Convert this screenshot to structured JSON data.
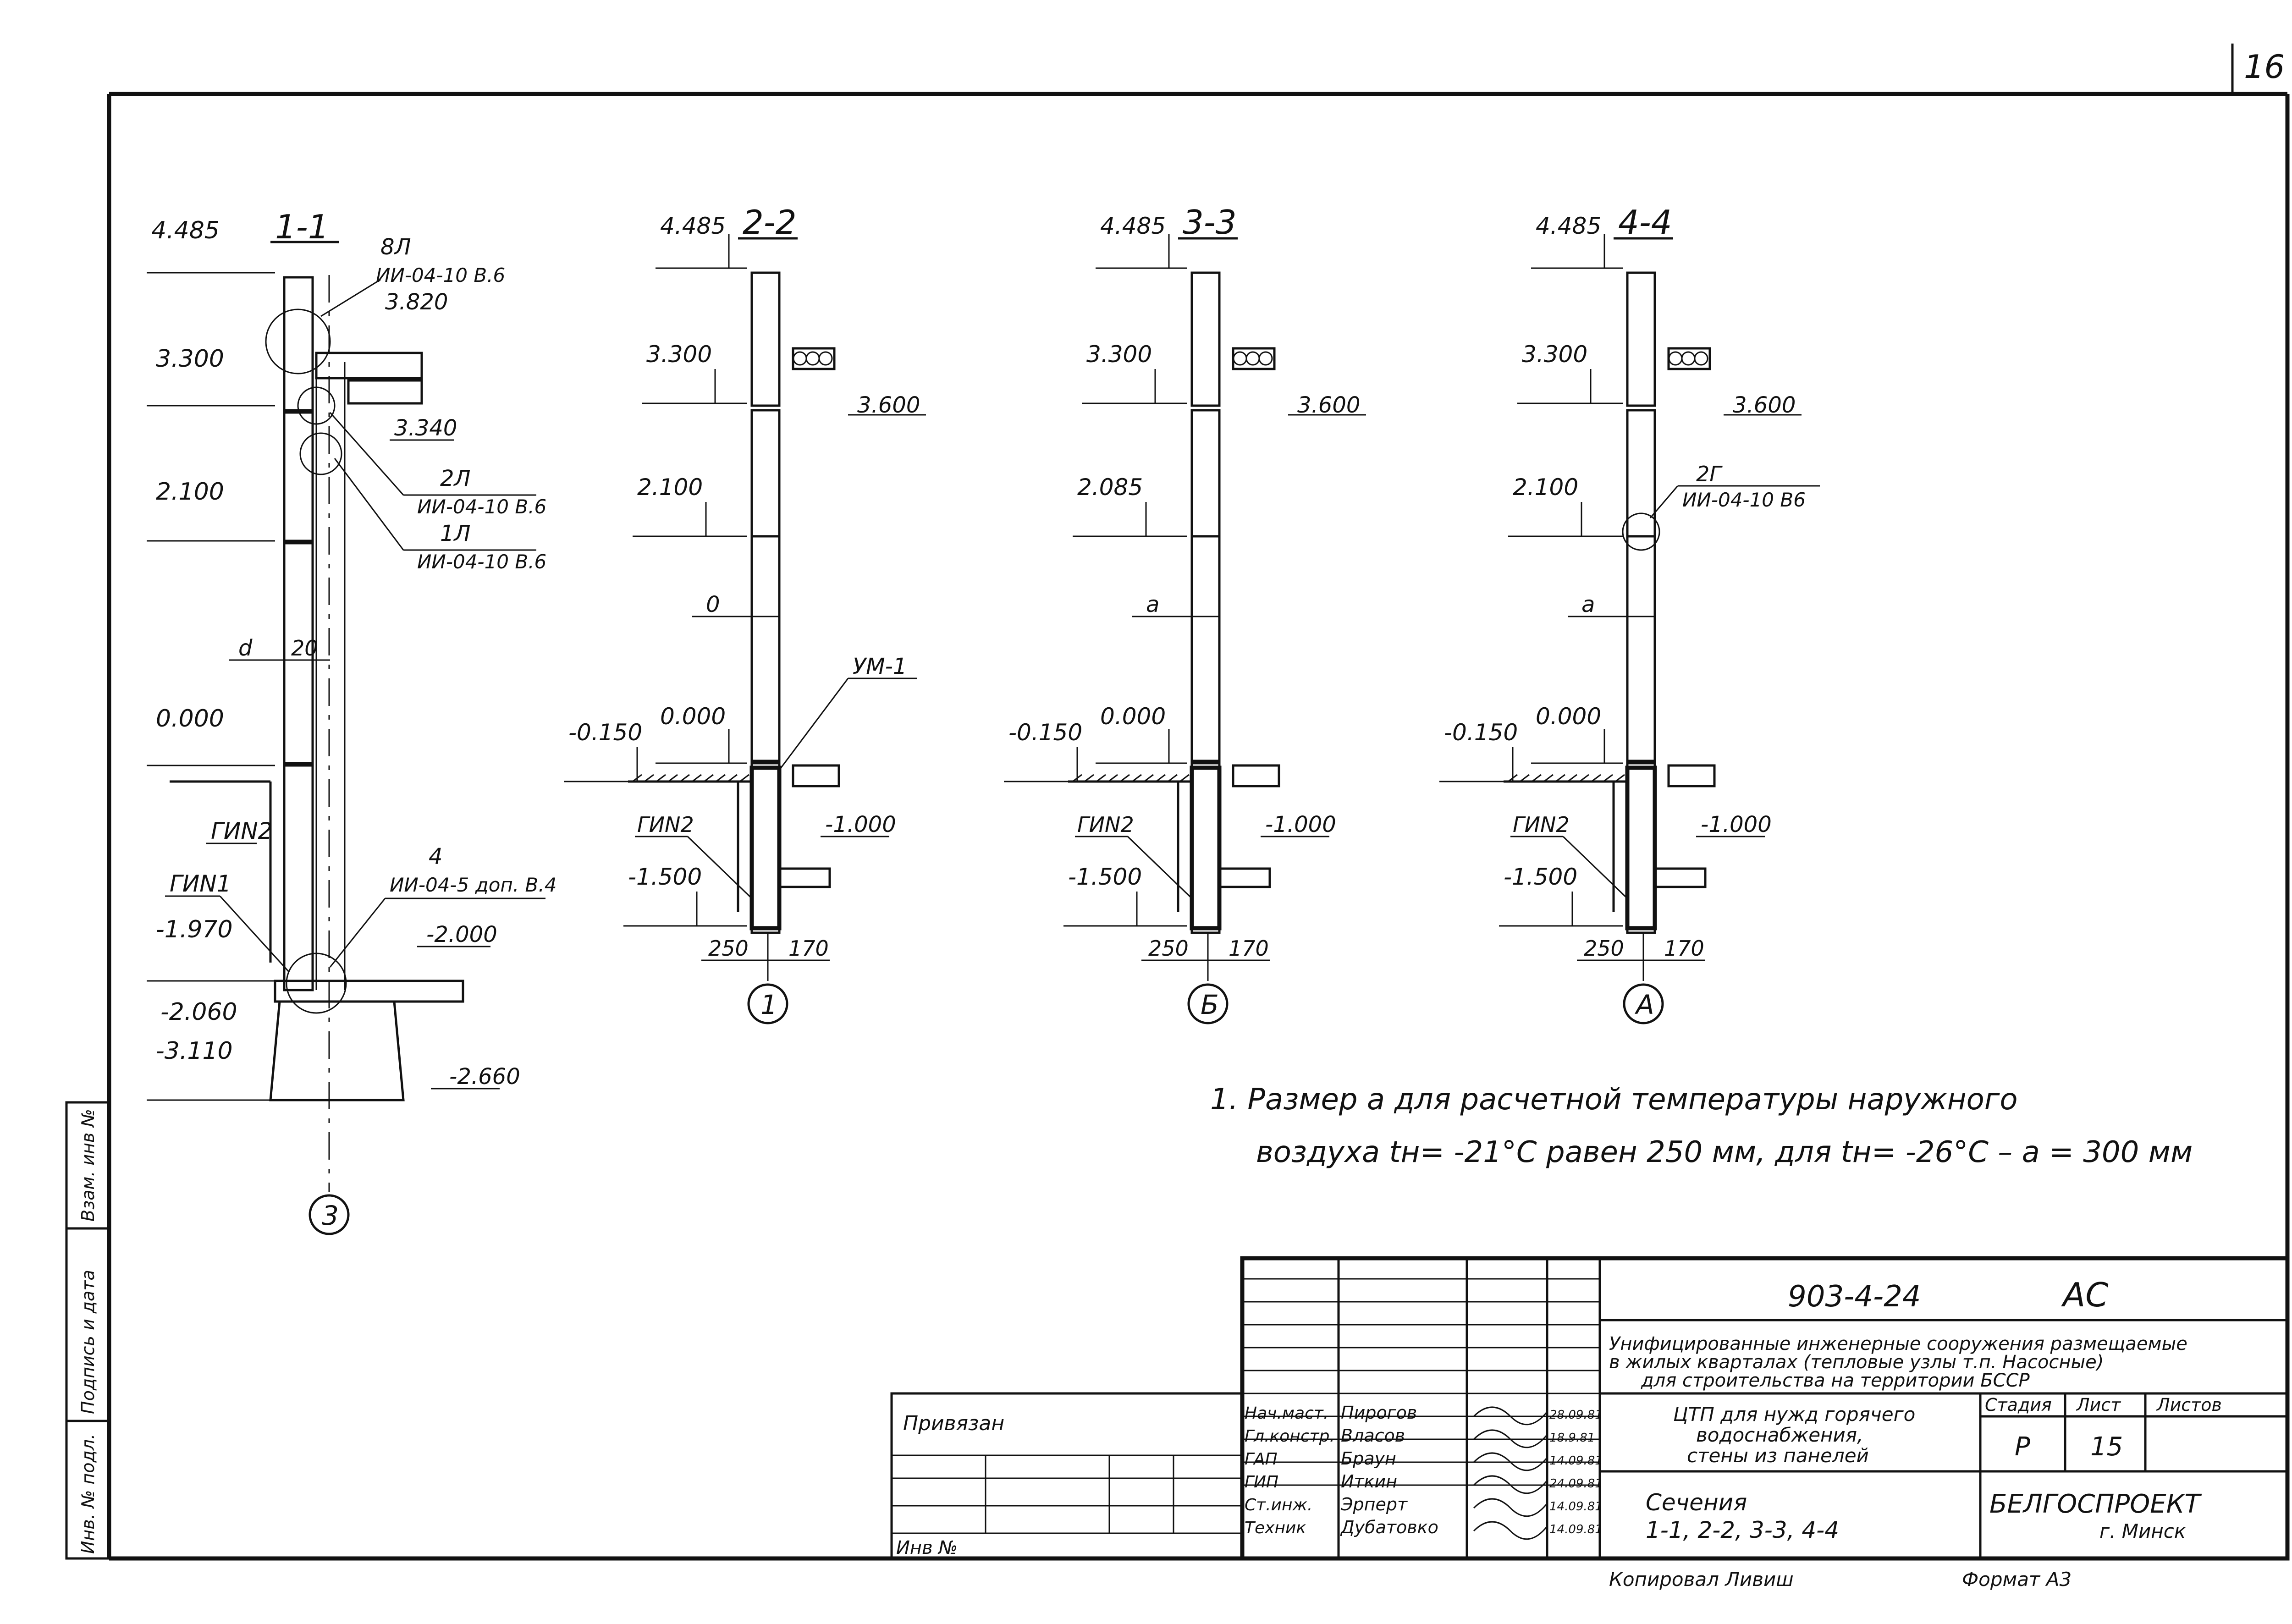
{
  "sheet_corner": "16",
  "sections": [
    {
      "title": "1-1",
      "levels": {
        "top": "4.485",
        "upper": "3.300",
        "mid": "2.100",
        "zero": "0.000",
        "l1": "-1.970",
        "l2": "-2.060",
        "l3": "-3.110"
      },
      "right_levels": {
        "r1": "3.820",
        "r2": "3.340",
        "r3": "-2.000",
        "r4": "-2.660"
      },
      "callouts": {
        "c1": "8Л",
        "c1b": "ИИ-04-10 В.6",
        "c2": "2Л",
        "c2b": "ИИ-04-10 В.6",
        "c3": "1Л",
        "c3b": "ИИ-04-10 В.6",
        "c4": "4",
        "c4b": "ИИ-04-5 доп. В.4"
      },
      "labels": {
        "gin2": "ГИN2",
        "gin1": "ГИN1",
        "d": "d",
        "dim20": "20"
      },
      "axis": "3"
    },
    {
      "title": "2-2",
      "levels": {
        "top": "4.485",
        "upper": "3.300",
        "mid": "2.100",
        "zero": "0.000",
        "m150": "-0.150",
        "m1500": "-1.500",
        "m1000": "-1.000",
        "r3600": "3.600"
      },
      "labels": {
        "a": "0",
        "um": "УМ-1",
        "gin2": "ГИN2",
        "d250": "250",
        "d170": "170"
      },
      "axis": "1"
    },
    {
      "title": "3-3",
      "levels": {
        "top": "4.485",
        "upper": "3.300",
        "mid": "2.085",
        "zero": "0.000",
        "m150": "-0.150",
        "m1500": "-1.500",
        "m1000": "-1.000",
        "r3600": "3.600"
      },
      "labels": {
        "a": "a",
        "gin2": "ГИN2",
        "d250": "250",
        "d170": "170"
      },
      "axis": "Б"
    },
    {
      "title": "4-4",
      "levels": {
        "top": "4.485",
        "upper": "3.300",
        "mid": "2.100",
        "zero": "0.000",
        "m150": "-0.150",
        "m1500": "-1.500",
        "m1000": "-1.000",
        "r3600": "3.600"
      },
      "labels": {
        "a": "a",
        "c1": "2Г",
        "c1b": "ИИ-04-10 В6",
        "gin2": "ГИN2",
        "d250": "250",
        "d170": "170"
      },
      "axis": "А"
    }
  ],
  "note": {
    "line1": "1. Размер   а   для   расчетной   температуры   наружного",
    "line2": "воздуха   tн= -21°С   равен   250 мм,   для tн= -26°С  –  а = 300 мм"
  },
  "title_block": {
    "code": "903-4-24",
    "mark": "АС",
    "project_l1": "Унифицированные инженерные сооружения размещаемые",
    "project_l2": "в жилых кварталах (тепловые узлы т.п. Насосные)",
    "project_l3": "для строительства на территории БССР",
    "object_l1": "ЦТП для нужд горячего",
    "object_l2": "водоснабжения,",
    "object_l3": "стены из панелей",
    "sheet_l1": "Сечения",
    "sheet_l2": "1-1, 2-2, 3-3, 4-4",
    "col_stage": "Стадия",
    "col_sheet": "Лист",
    "col_sheets": "Листов",
    "stage": "Р",
    "sheet": "15",
    "org_l1": "БЕЛГОСПРОЕКТ",
    "org_l2": "г. Минск",
    "privyazan": "Привязан",
    "inv": "Инв №",
    "roles": [
      "Нач.маст.",
      "Гл.констр.",
      "ГАП",
      "ГИП",
      "Ст.инж.",
      "Техник"
    ],
    "names": [
      "Пирогов",
      "Власов",
      "Браун",
      "Иткин",
      "Эрперт",
      "Дубатовко"
    ],
    "dates": [
      "28.09.81",
      "18.9.81",
      "14.09.81",
      "24.09.81",
      "14.09.81",
      "14.09.81"
    ],
    "bottom": "Копировал  Ливиш",
    "bottom_fmt": "Формат А3"
  },
  "side_stamp": [
    "Взам. инв №",
    "Подпись и дата",
    "Инв. № подл."
  ]
}
